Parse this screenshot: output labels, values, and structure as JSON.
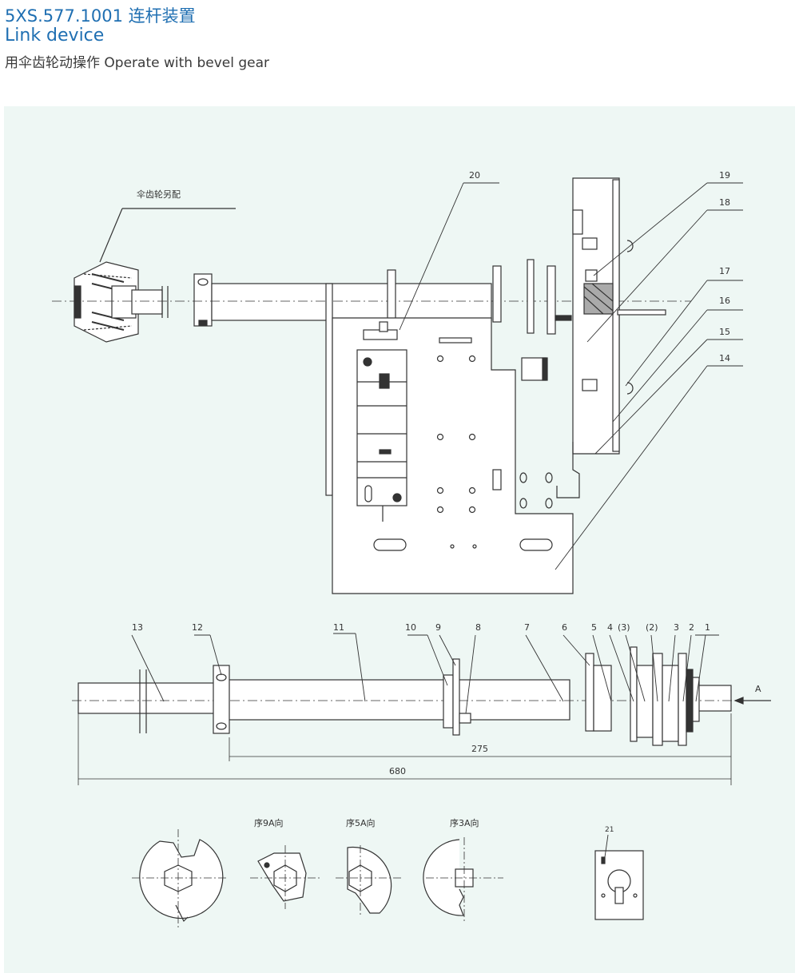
{
  "header": {
    "code_title": "5XS.577.1001 连杆装置",
    "en_title": "Link device",
    "subtitle": "用伞齿轮动操作 Operate with bevel gear"
  },
  "colors": {
    "title_blue": "#1f6fb2",
    "panel_bg": "#eef7f4",
    "line": "#333333"
  },
  "top_view": {
    "bevel_note": "伞齿轮另配",
    "callouts": [
      "20",
      "19",
      "18",
      "17",
      "16",
      "15",
      "14"
    ]
  },
  "side_view": {
    "callouts": [
      "13",
      "12",
      "11",
      "10",
      "9",
      "8",
      "7",
      "6",
      "5",
      "4",
      "(3)",
      "(2)",
      "3",
      "2",
      "1"
    ],
    "arrow_label": "A",
    "dim_inner": "275",
    "dim_outer": "680"
  },
  "section_views": {
    "labels": [
      "序9A向",
      "序5A向",
      "序3A向"
    ],
    "part_21": "21"
  }
}
